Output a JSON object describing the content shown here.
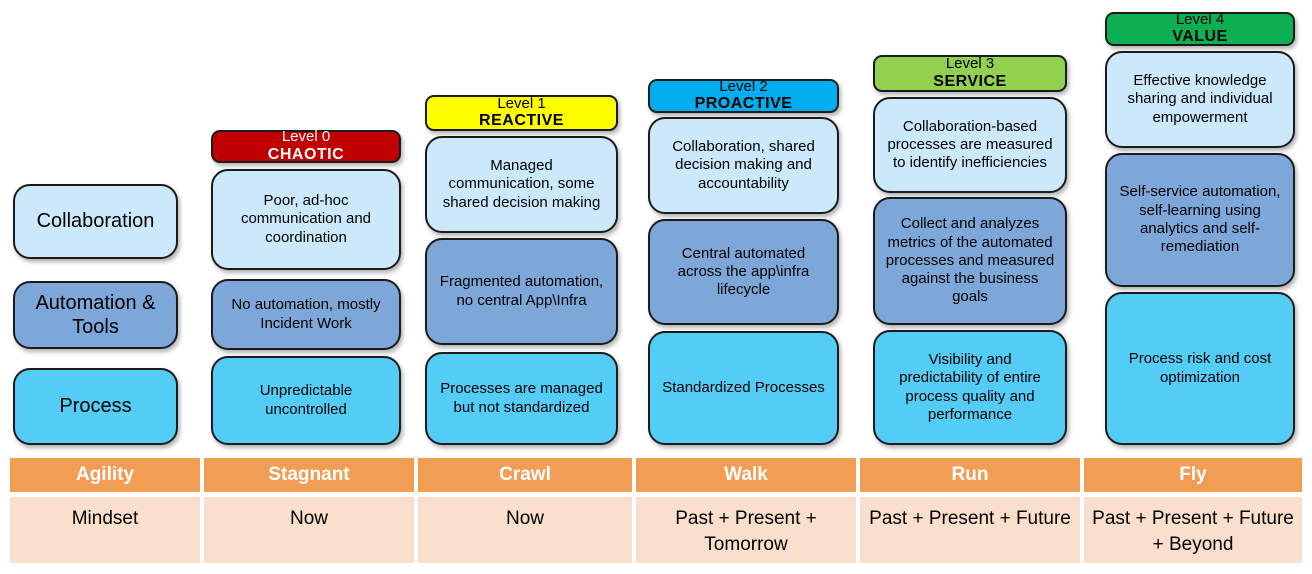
{
  "colors": {
    "level0_header": "#C00000",
    "level1_header": "#FFFF00",
    "level2_header": "#00AEEF",
    "level3_header": "#92D050",
    "level4_header": "#0CAF52",
    "collaboration_box": "#CBE9FA",
    "automation_box": "#7EA7D9",
    "process_box": "#53CDF6",
    "agility_row": "#F19D54",
    "mindset_row": "#FBDFCD"
  },
  "row_labels": [
    {
      "label": "Collaboration"
    },
    {
      "label": "Automation & Tools"
    },
    {
      "label": "Process"
    }
  ],
  "levels": [
    {
      "level_label": "Level 0",
      "level_name": "CHAOTIC",
      "collaboration": "Poor, ad-hoc communication and coordination",
      "automation": "No automation, mostly Incident Work",
      "process": "Unpredictable uncontrolled"
    },
    {
      "level_label": "Level 1",
      "level_name": "REACTIVE",
      "collaboration": "Managed communication, some shared decision making",
      "automation": "Fragmented automation, no central App\\Infra",
      "process": "Processes are managed but not standardized"
    },
    {
      "level_label": "Level 2",
      "level_name": "PROACTIVE",
      "collaboration": "Collaboration, shared decision making and accountability",
      "automation": "Central automated across the app\\infra lifecycle",
      "process": "Standardized Processes"
    },
    {
      "level_label": "Level 3",
      "level_name": "SERVICE",
      "collaboration": "Collaboration-based processes are measured to identify inefficiencies",
      "automation": "Collect and analyzes metrics of the automated processes and measured against the business goals",
      "process": "Visibility and predictability of entire process quality and performance"
    },
    {
      "level_label": "Level 4",
      "level_name": "VALUE",
      "collaboration": "Effective knowledge sharing and individual empowerment",
      "automation": "Self-service automation, self-learning using analytics and self-remediation",
      "process": "Process risk and cost optimization"
    }
  ],
  "agility": {
    "header": "Agility",
    "values": [
      "Stagnant",
      "Crawl",
      "Walk",
      "Run",
      "Fly"
    ]
  },
  "mindset": {
    "header": "Mindset",
    "values": [
      "Now",
      "Now",
      "Past + Present + Tomorrow",
      "Past + Present + Future",
      "Past + Present + Future + Beyond"
    ]
  }
}
